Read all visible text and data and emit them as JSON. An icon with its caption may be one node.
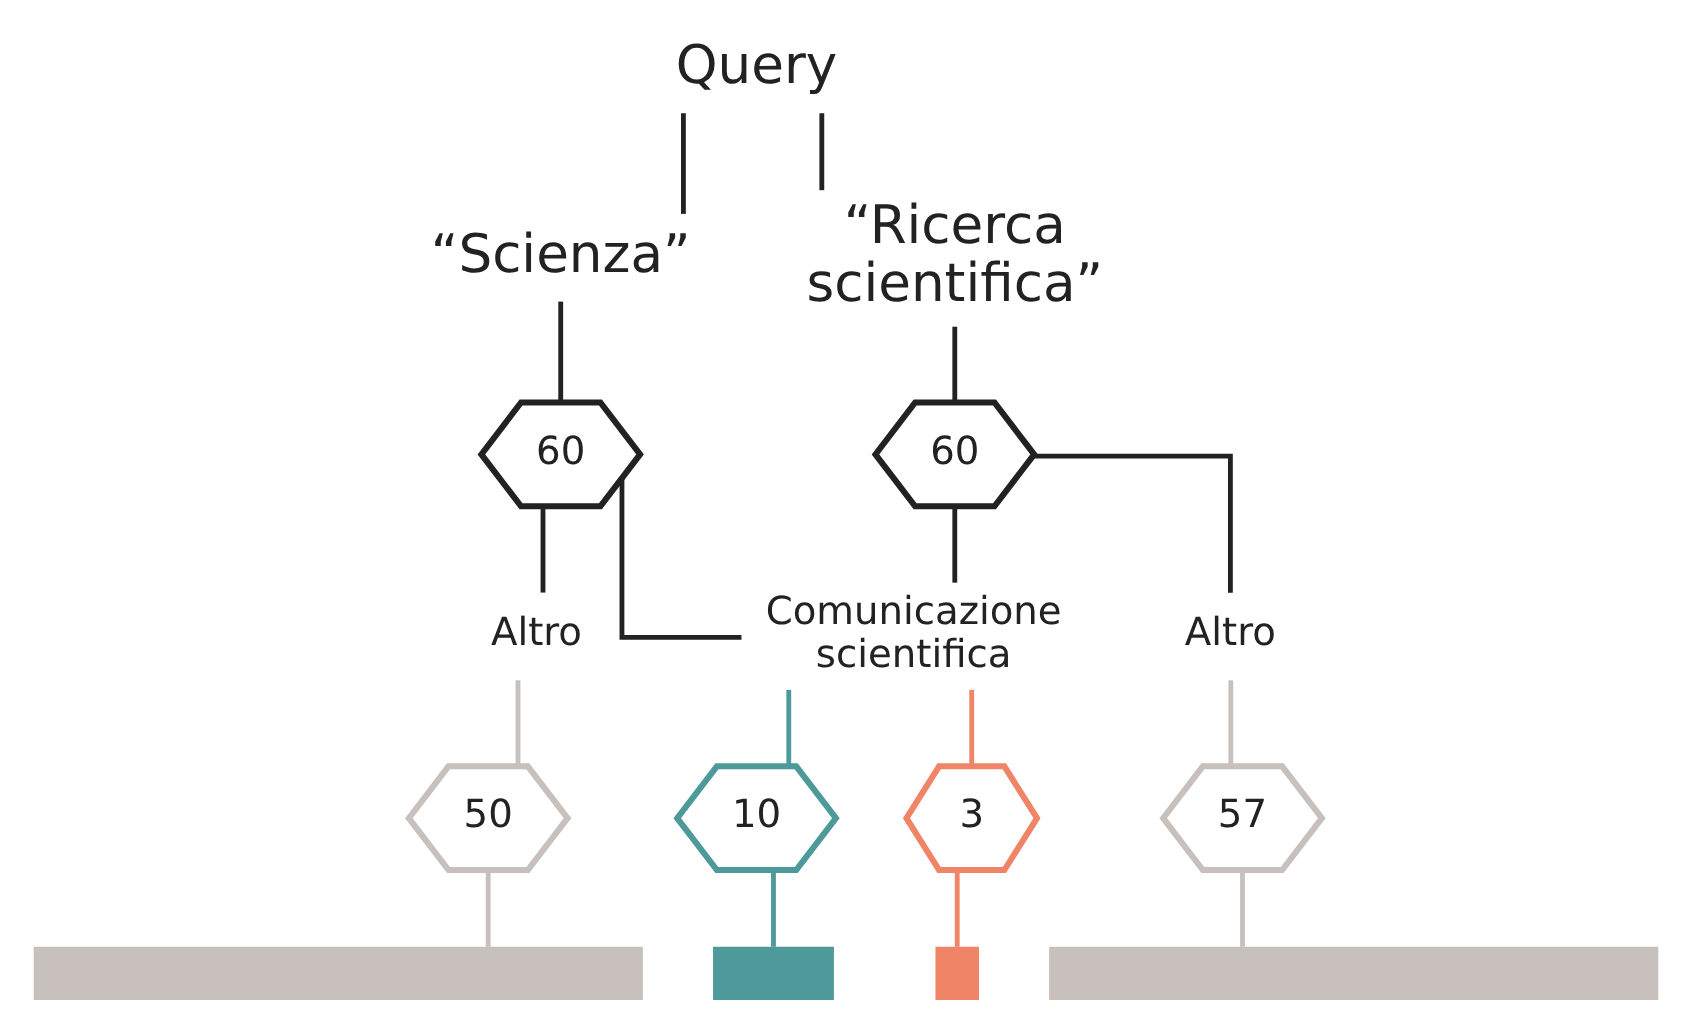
{
  "diagram": {
    "nodes": [
      {
        "text": [
          "Query"
        ]
      },
      {
        "text": [
          "“Scienza”"
        ]
      },
      {
        "text": [
          "“Ricerca scientifica”"
        ]
      },
      {
        "text": [
          "60"
        ]
      },
      {
        "text": [
          "60"
        ]
      },
      {
        "text": [
          "Altro"
        ]
      },
      {
        "text": [
          "Comunicazione scientifica"
        ]
      },
      {
        "text": [
          "Altro"
        ]
      },
      {
        "text": [
          "50"
        ]
      },
      {
        "text": [
          "10"
        ]
      },
      {
        "text": [
          "3"
        ]
      },
      {
        "text": [
          "57"
        ]
      },
      {
        "text": [],
        "shape": "bar"
      },
      {
        "text": [],
        "shape": "bar"
      },
      {
        "text": [],
        "shape": "bar"
      },
      {
        "text": [],
        "shape": "bar"
      }
    ],
    "edges": [
      {
        "from": 0,
        "to": 1,
        "arrow": "none"
      },
      {
        "from": 0,
        "to": 2,
        "arrow": "none"
      },
      {
        "from": 1,
        "to": 3,
        "arrow": "none"
      },
      {
        "from": 2,
        "to": 4,
        "arrow": "none"
      },
      {
        "from": 3,
        "to": 5,
        "arrow": "none"
      },
      {
        "from": 3,
        "to": 6,
        "arrow": "none"
      },
      {
        "from": 4,
        "to": 6,
        "arrow": "none"
      },
      {
        "from": 4,
        "to": 7,
        "arrow": "none"
      },
      {
        "from": 5,
        "to": 8,
        "arrow": "none",
        "color": "#c8c0bc"
      },
      {
        "from": 6,
        "to": 9,
        "arrow": "none",
        "color": "#4e9a9a"
      },
      {
        "from": 6,
        "to": 10,
        "arrow": "none",
        "color": "#f08466"
      },
      {
        "from": 7,
        "to": 11,
        "arrow": "none",
        "color": "#c8c0bc"
      },
      {
        "from": 8,
        "to": 12,
        "arrow": "none",
        "color": "#c8c0bc"
      },
      {
        "from": 9,
        "to": 13,
        "arrow": "none",
        "color": "#4e9a9a"
      },
      {
        "from": 10,
        "to": 14,
        "arrow": "none",
        "color": "#f08466"
      },
      {
        "from": 11,
        "to": 15,
        "arrow": "none",
        "color": "#c8c0bc"
      }
    ]
  }
}
